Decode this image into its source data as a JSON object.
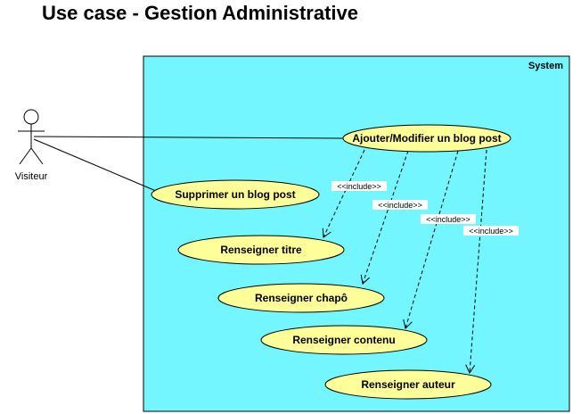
{
  "title": "Use case - Gestion Administrative",
  "system": {
    "label": "System",
    "fill": "#73f6ff"
  },
  "actor": {
    "label": "Visiteur"
  },
  "use_cases": {
    "main": "Ajouter/Modifier un blog post",
    "delete": "Supprimer un blog post",
    "title_uc": "Renseigner titre",
    "chapo_uc": "Renseigner chapô",
    "content_uc": "Renseigner contenu",
    "author_uc": "Renseigner auteur"
  },
  "include_label": "<<include>>",
  "colors": {
    "use_case_fill": "#ffff99",
    "stroke": "#000000"
  }
}
